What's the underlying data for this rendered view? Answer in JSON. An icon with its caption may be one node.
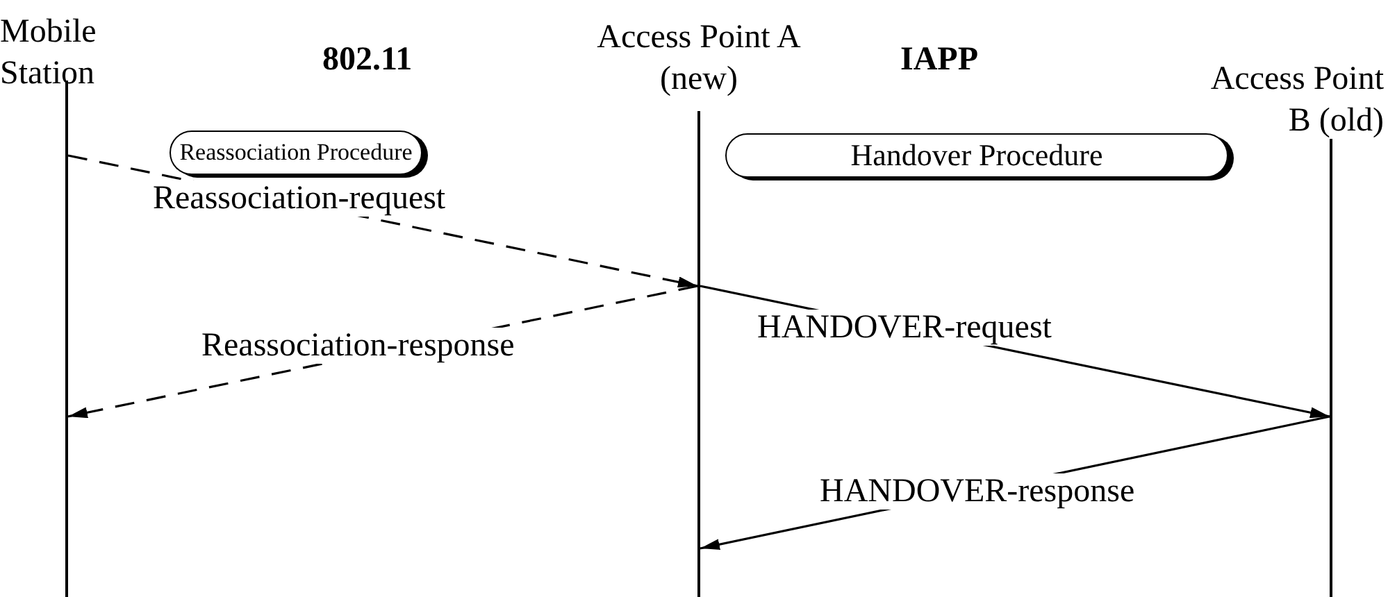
{
  "diagram": {
    "nodes": [
      {
        "text": [
          "Mobile Station"
        ]
      },
      {
        "text": [
          "Access Point A (new)"
        ]
      },
      {
        "text": [
          "Access Point B (old)"
        ]
      },
      {
        "text": [
          "Reassociation Procedure"
        ]
      },
      {
        "text": [
          "Handover Procedure"
        ]
      }
    ],
    "edges": [
      {
        "from": 0,
        "to": 1,
        "arrow": "to",
        "label": "Reassociation-request",
        "style": "dashed"
      },
      {
        "from": 1,
        "to": 0,
        "arrow": "to",
        "label": "Reassociation-response",
        "style": "dashed"
      },
      {
        "from": 1,
        "to": 2,
        "arrow": "to",
        "label": "HANDOVER-request"
      },
      {
        "from": 2,
        "to": 1,
        "arrow": "to",
        "label": "HANDOVER-response"
      }
    ],
    "labels": [
      "802.11",
      "IAPP"
    ]
  }
}
